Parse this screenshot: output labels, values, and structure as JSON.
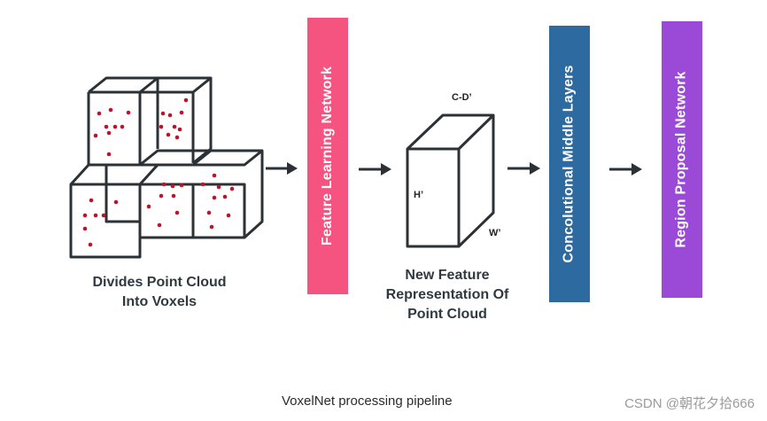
{
  "stages": [
    {
      "label": "Feature Learning Network",
      "color": "#f4547f"
    },
    {
      "label": "Concolutional Middle Layers",
      "color": "#2d6aa0"
    },
    {
      "label": "Region Proposal Network",
      "color": "#9b4ad8"
    }
  ],
  "voxel_caption": [
    "Divides Point Cloud",
    "Into Voxels"
  ],
  "feature_caption": [
    "New Feature",
    "Representation Of",
    "Point Cloud"
  ],
  "dimension_labels": {
    "depth": "C-D’",
    "height": "H’",
    "width": "W’"
  },
  "footer_caption": "VoxelNet processing pipeline",
  "watermark": "CSDN @朝花夕拾666",
  "colors": {
    "outline": "#2b3135",
    "point": "#c0122b"
  }
}
